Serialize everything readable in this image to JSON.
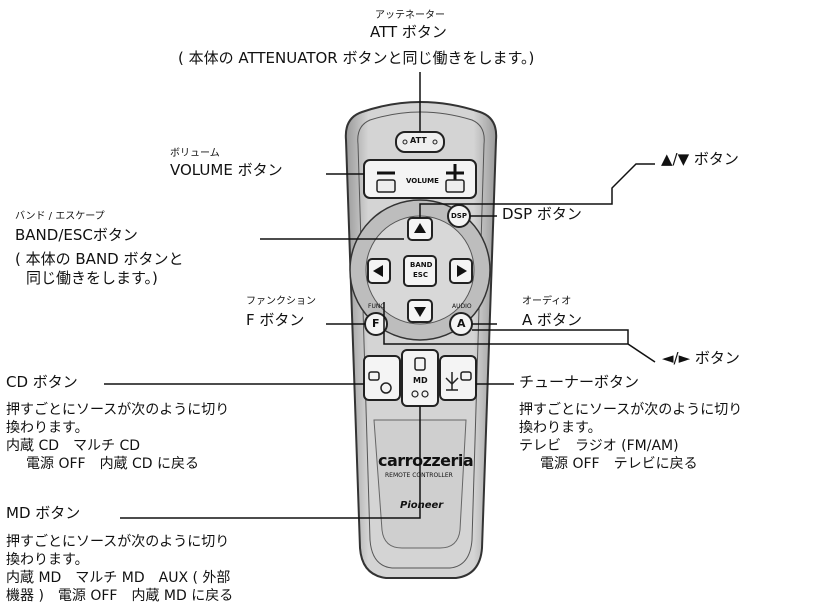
{
  "att": {
    "ruby": "アッテネーター",
    "label": "ATT ボタン",
    "note": "( 本体の ATTENUATOR ボタンと同じ働きをします。)"
  },
  "volume": {
    "ruby": "ボリューム",
    "label": "VOLUME ボタン"
  },
  "updown": {
    "label": "▲/▼ ボタン"
  },
  "dsp": {
    "label": "DSP ボタン"
  },
  "band": {
    "ruby": "バンド / エスケープ",
    "label": "BAND/ESCボタン",
    "note_line1": "( 本体の BAND ボタンと",
    "note_line2": "同じ働きをします。)"
  },
  "func": {
    "ruby": "ファンクション",
    "label": "F ボタン"
  },
  "audio": {
    "ruby": "オーディオ",
    "label": "A ボタン"
  },
  "leftright": {
    "label": "◄/► ボタン"
  },
  "cd": {
    "label": "CD ボタン",
    "desc_line1": "押すごとにソースが次のように切り",
    "desc_line2": "換わります。",
    "desc_line3": "内蔵 CD　マルチ CD",
    "desc_line4": "電源 OFF　内蔵 CD に戻る"
  },
  "tuner": {
    "label": "チューナーボタン",
    "desc_line1": "押すごとにソースが次のように切り",
    "desc_line2": "換わります。",
    "desc_line3": "テレビ　ラジオ (FM/AM)",
    "desc_line4": "電源 OFF　テレビに戻る"
  },
  "md": {
    "label": "MD ボタン",
    "desc_line1": "押すごとにソースが次のように切り",
    "desc_line2": "換わります。",
    "desc_line3": "内蔵 MD　マルチ MD　AUX ( 外部",
    "desc_line4": "機器 )　電源 OFF　内蔵 MD に戻る"
  },
  "remote": {
    "att_btn": "ATT",
    "volume_btn": "VOLUME",
    "dsp_btn": "DSP",
    "band_btn_1": "BAND",
    "band_btn_2": "ESC",
    "func_btn_small": "FUNC",
    "func_btn": "F",
    "audio_btn_small": "AUDIO",
    "audio_btn": "A",
    "md_btn": "MD",
    "brand": "carrozzeria",
    "sub_brand": "REMOTE CONTROLLER",
    "maker": "Pioneer"
  },
  "colors": {
    "body": "#c9c9c9",
    "body_dark": "#8a8a8a",
    "line": "#111111"
  }
}
